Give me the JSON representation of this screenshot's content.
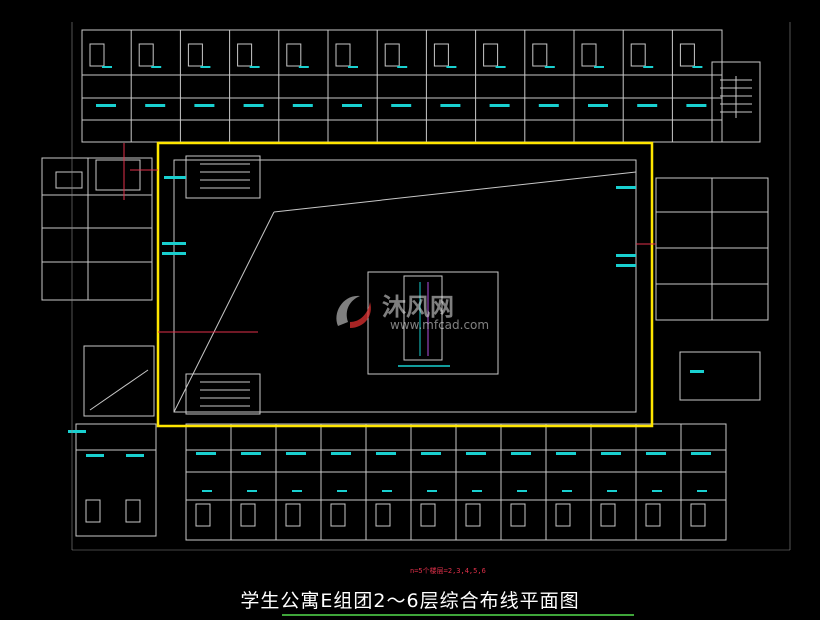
{
  "drawing": {
    "title": "学生公寓E组团2～6层综合布线平面图",
    "note": "n=5个楼层=2,3,4,5,6"
  },
  "watermark": {
    "text_cn": "沐风网",
    "url": "www.mfcad.com",
    "logo_icon": "mf-logo-icon"
  },
  "colors": {
    "background": "#000000",
    "wall": "#c8c8c8",
    "cable_tray": "#ffe600",
    "outlet": "#19d0d0",
    "riser": "#e0304a",
    "link": "#b050e0",
    "caption_underline": "#3fa53a"
  }
}
